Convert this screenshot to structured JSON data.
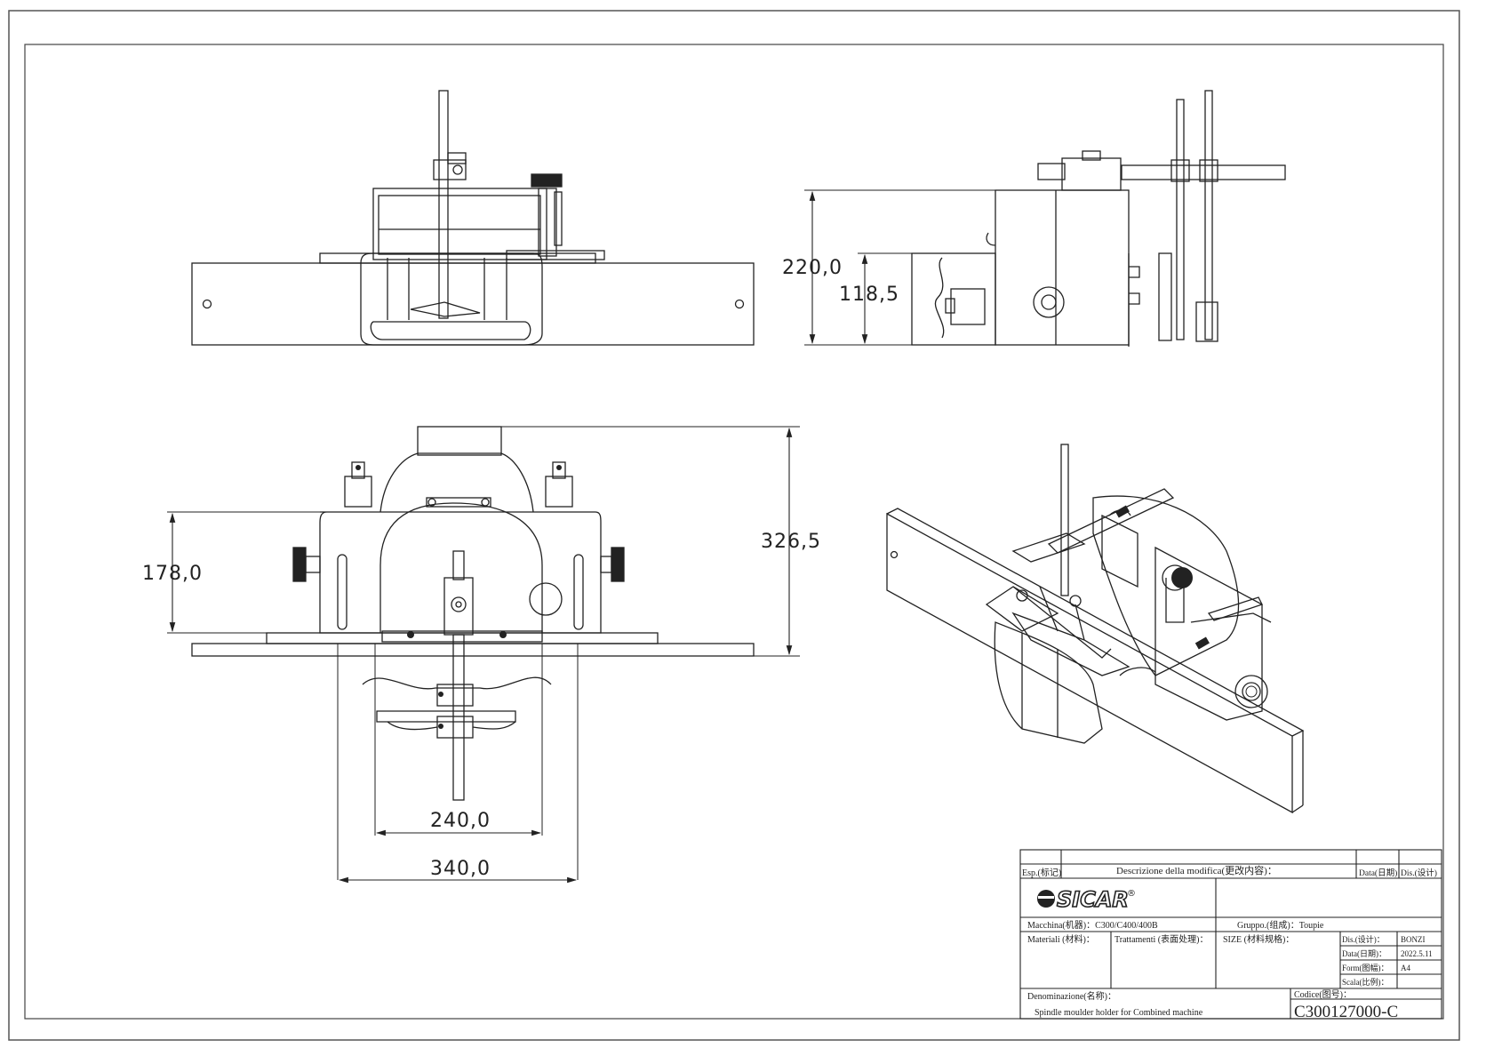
{
  "dimensions": {
    "height_overall_side": "220,0",
    "height_body_side": "118,5",
    "height_total_front": "326,5",
    "height_body_front": "178,0",
    "width_inner": "240,0",
    "width_outer": "340,0"
  },
  "title_block": {
    "header": {
      "esp": "Esp.(标记)",
      "descrizione": "Descrizione della modifica(更改内容)：",
      "data": "Data(日期)",
      "dis": "Dis.(设计)"
    },
    "logo_text": "SICAR",
    "logo_mark": "®",
    "macchina": "Macchina(机器)：C300/C400/400B",
    "gruppo": "Gruppo.(组成)：Toupie",
    "materiali": "Materiali (材料)：",
    "trattamenti": "Trattamenti (表面处理)：",
    "size": "SIZE (材料规格)：",
    "dis_label": "Dis.(设计)：",
    "dis_value": "BONZI",
    "data_label": "Data(日期)：",
    "data_value": "2022.5.11",
    "formato_label": "Form(图幅)：",
    "formato_value": "A4",
    "scala_label": "Scala(比例)：",
    "scala_value": "",
    "denominazione_label": "Denominazione(名称)：",
    "denominazione_value": "Spindle moulder holder for Combined machine",
    "codice_label": "Codice(图号)：",
    "codice_value": "C300127000-C"
  }
}
